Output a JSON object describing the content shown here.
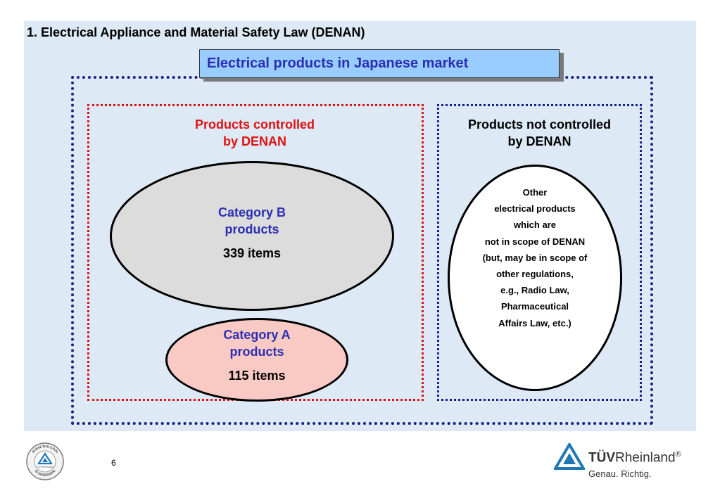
{
  "slide": {
    "title": "1. Electrical Appliance and Material Safety Law (DENAN)",
    "page_number": "6"
  },
  "market": {
    "label": "Electrical products in Japanese market"
  },
  "controlled": {
    "heading_line1": "Products controlled",
    "heading_line2": "by DENAN",
    "category_b": {
      "line1": "Category B",
      "line2": "products",
      "count": "339 items"
    },
    "category_a": {
      "line1": "Category A",
      "line2": "products",
      "count": "115 items"
    }
  },
  "not_controlled": {
    "heading_line1": "Products not controlled",
    "heading_line2": "by DENAN",
    "lines": [
      "Other",
      "electrical products",
      "which are",
      "not in scope of DENAN",
      "(but, may be in scope of",
      "other regulations,",
      "e.g., Radio Law,",
      "Pharmaceutical",
      "Affairs Law, etc.)"
    ]
  },
  "footer": {
    "seal_top": "www.tuv.com",
    "seal_center": "TÜVRheinland",
    "seal_bottom": "ID 0000000000",
    "brand_tuv": "TÜV",
    "brand_rest": "Rheinland",
    "brand_mark": "®",
    "tagline": "Genau. Richtig."
  },
  "colors": {
    "slide_background": "#ddeaf6",
    "title_blue": "#2b2fb3",
    "controlled_red": "#e01010",
    "category_b_fill": "#dcdcdc",
    "category_a_fill": "#f9c9c4",
    "market_box_fill": "#99ccff",
    "brand_blue": "#1f78b4"
  }
}
